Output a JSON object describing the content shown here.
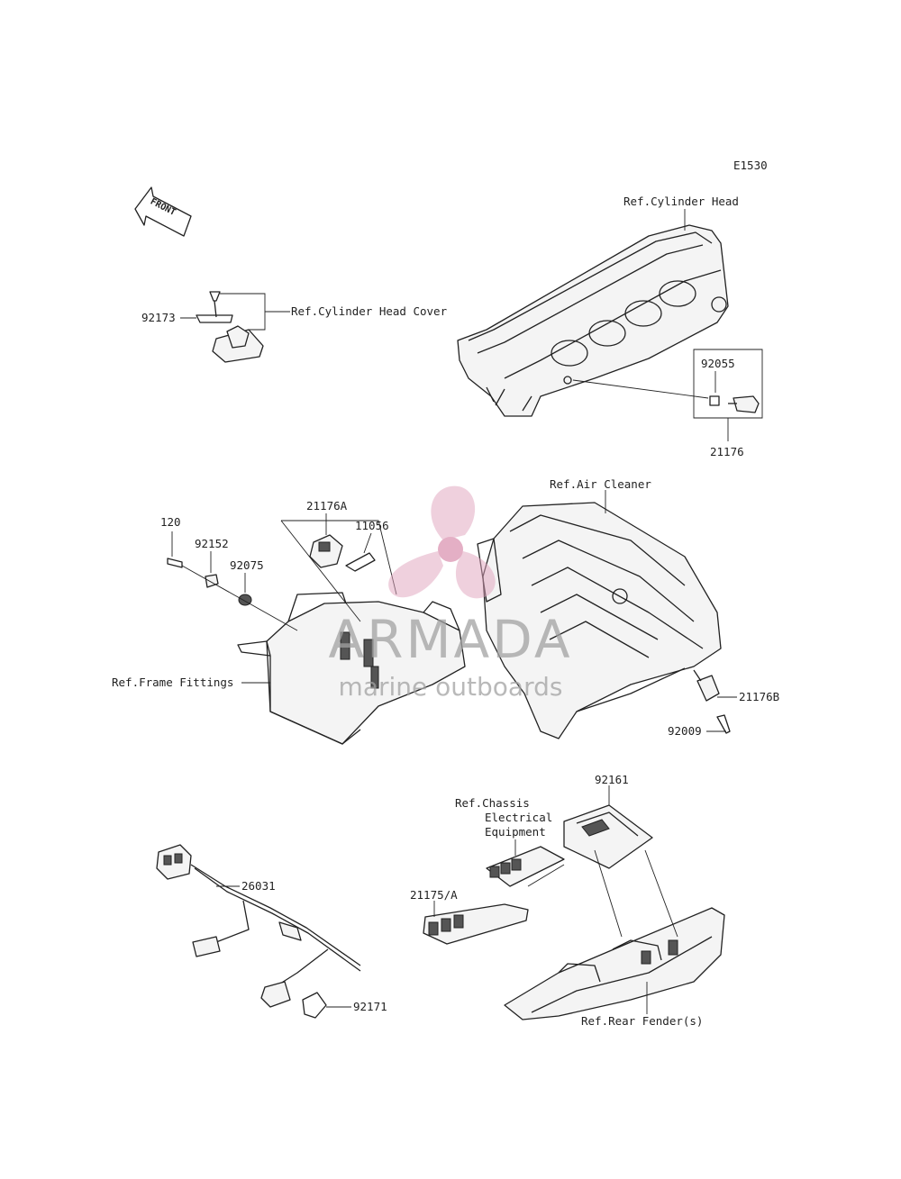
{
  "diagram": {
    "code": "E1530",
    "front_marker": "FRONT",
    "labels": {
      "ref_cylinder_head": "Ref.Cylinder Head",
      "ref_cylinder_head_cover": "Ref.Cylinder Head Cover",
      "p92173": "92173",
      "p92055": "92055",
      "p21176": "21176",
      "ref_air_cleaner": "Ref.Air Cleaner",
      "p21176A": "21176A",
      "p11056": "11056",
      "p120": "120",
      "p92152": "92152",
      "p92075": "92075",
      "ref_frame_fittings": "Ref.Frame Fittings",
      "p21176B": "21176B",
      "p92009": "92009",
      "p92161": "92161",
      "ref_chassis_line1": "Ref.Chassis",
      "ref_chassis_line2": "Electrical",
      "ref_chassis_line3": "Equipment",
      "p26031": "26031",
      "p21175A": "21175/A",
      "p92171": "92171",
      "ref_rear_fender": "Ref.Rear Fender(s)"
    }
  },
  "watermark": {
    "brand": "ARMADA",
    "tagline": "marine outboards",
    "logo_color": "#e0a2bc"
  }
}
